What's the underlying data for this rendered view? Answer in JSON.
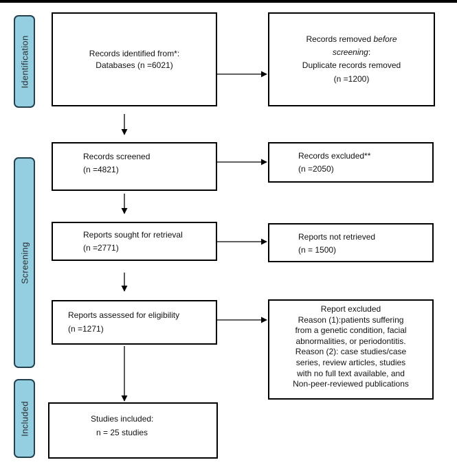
{
  "phases": {
    "identification": "Identification",
    "screening": "Screening",
    "included": "Included"
  },
  "identified": {
    "line1": "Records identified from*:",
    "line2": "Databases (n =6021)"
  },
  "removed": {
    "line1_prefix": "Records removed ",
    "line1_italic": "before",
    "line2_italic": "screening",
    "line2_suffix": ":",
    "line3": "Duplicate records removed",
    "line4": "(n =1200)"
  },
  "screened": {
    "line1": "Records screened",
    "line2": "(n =4821)"
  },
  "excluded": {
    "line1": "Records excluded**",
    "line2": "(n =2050)"
  },
  "sought": {
    "line1": "Reports sought for retrieval",
    "line2": "(n =2771)"
  },
  "not_retrieved": {
    "line1": "Reports not retrieved",
    "line2": "(n = 1500)"
  },
  "assessed": {
    "line1": "Reports assessed for eligibility",
    "line2": "(n =1271)"
  },
  "report_excluded": {
    "lines": [
      "Report excluded",
      "Reason (1):patients suffering",
      "from a genetic condition, facial",
      "abnormalities, or periodontitis.",
      "Reason (2): case studies/case",
      "series, review articles, studies",
      "with no full text available, and",
      "Non-peer-reviewed publications"
    ]
  },
  "included": {
    "line1": "Studies included:",
    "line2": "n = 25 studies"
  },
  "colors": {
    "phase_fill": "#93cfe0",
    "phase_border": "#24404d",
    "box_border": "#000000"
  }
}
